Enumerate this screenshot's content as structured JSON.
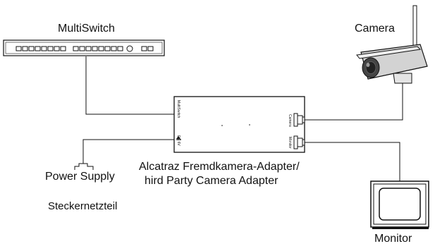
{
  "labels": {
    "multiswitch": "MultiSwitch",
    "camera": "Camera",
    "monitor": "Monitor",
    "power_supply": "Power Supply",
    "steckernetzteil": "Steckernetzteil",
    "adapter_line1": "Alcatraz Fremdkamera-Adapter/",
    "adapter_line2": "hird Party Camera Adapter"
  },
  "adapter_ports": {
    "multiswitch": "MultiSwitch",
    "dc": "DC 6V",
    "camera": "Camera",
    "monitor": "Monitor"
  },
  "colors": {
    "line": "#111111",
    "background": "#ffffff",
    "camera_body": "#cfcfcf"
  }
}
